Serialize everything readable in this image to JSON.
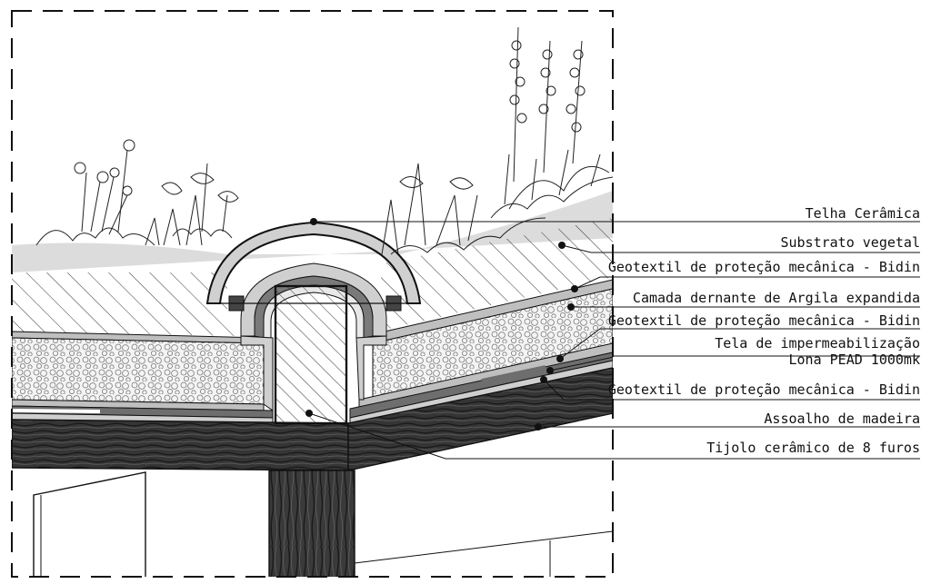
{
  "labels": {
    "telha": "Telha Cerâmica",
    "substrato": "Substrato vegetal",
    "geotextil_1": "Geotextil de proteção mecânica - Bidin",
    "camada": "Camada dernante de Argila expandida",
    "geotextil_2": "Geotextil de proteção mecânica - Bidin",
    "tela_1": "Tela de impermeabilização",
    "tela_2": "Lona PEAD 1000mk",
    "geotextil_3": "Geotextil de proteção mecânica - Bidin",
    "assoalho": "Assoalho de madeira",
    "tijolo": "Tijolo cerâmico de 8 furos"
  },
  "colors": {
    "line": "#111111",
    "geotextile": "#bfbfbf",
    "membrane": "#6e6e6e",
    "timber": "#2b2b2b",
    "substrate_band": "#dcdcdc",
    "background": "#ffffff"
  }
}
